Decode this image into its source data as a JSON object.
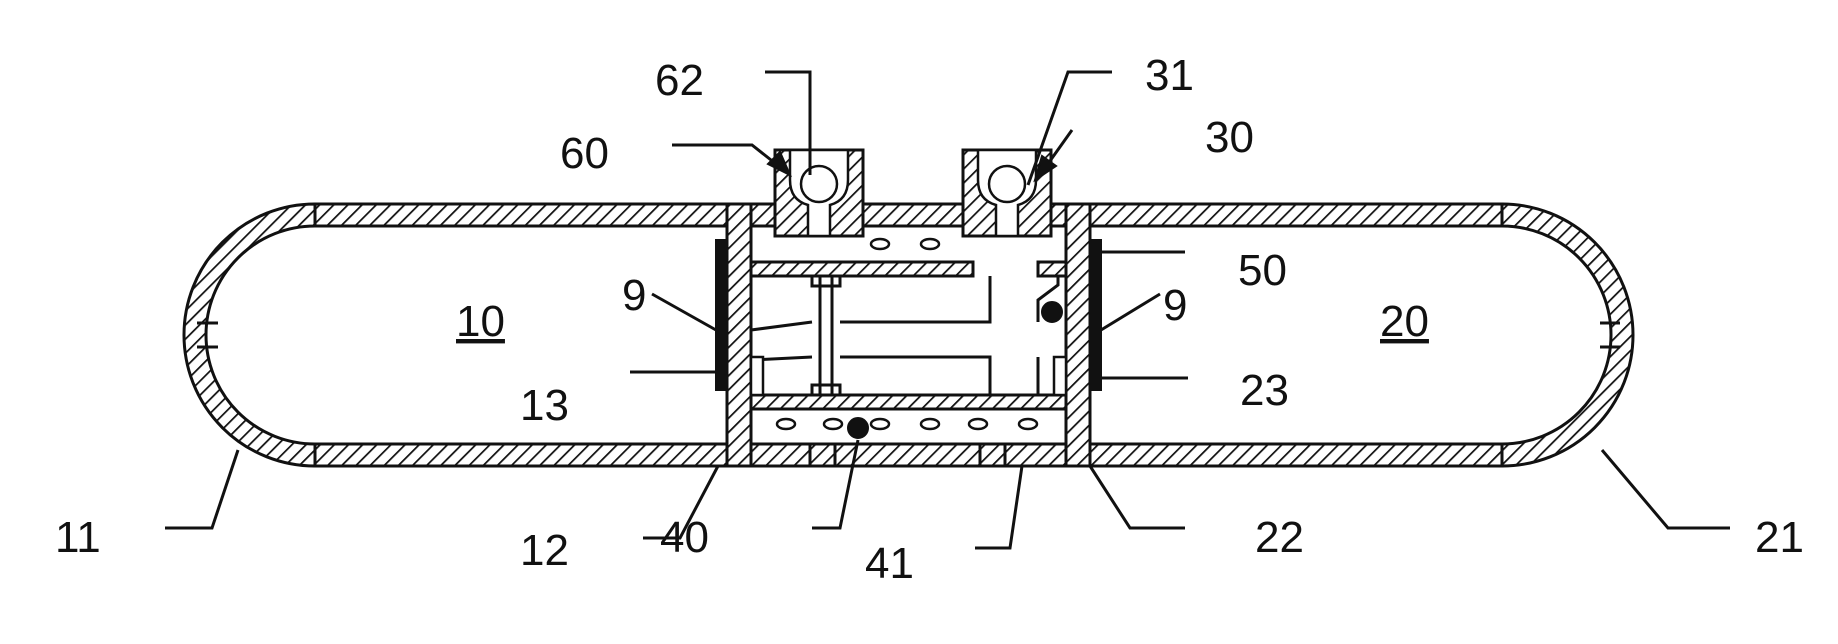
{
  "figure": {
    "colors": {
      "ink": "#111111",
      "paper": "#ffffff"
    },
    "regions": [
      {
        "id": "left-chamber",
        "label": "10"
      },
      {
        "id": "right-chamber",
        "label": "20"
      }
    ],
    "reference_numerals": {
      "n9a": "9",
      "n9b": "9",
      "n11": "11",
      "n12": "12",
      "n13": "13",
      "n21": "21",
      "n22": "22",
      "n23": "23",
      "n30": "30",
      "n31": "31",
      "n40": "40",
      "n41": "41",
      "n50": "50",
      "n60": "60",
      "n62": "62"
    }
  }
}
